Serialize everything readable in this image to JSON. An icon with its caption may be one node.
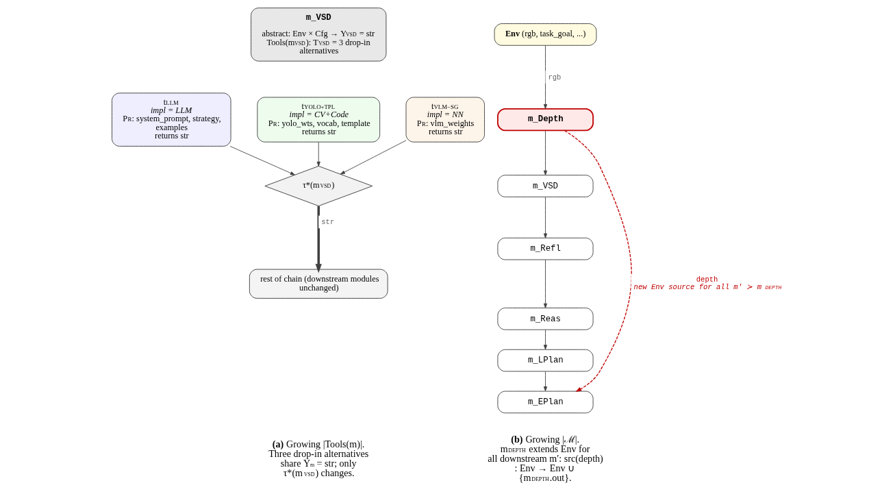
{
  "diagram": {
    "nodes": [
      {
        "text": [
          "m_VSD",
          "abstract: Env × Cfg → Y$_{VSD}$ = str",
          "Tools(m$_{VSD}$): T$_{VSD}$ = 3 drop-in alternatives"
        ]
      },
      {
        "text": [
          "t$^{LLM}$",
          "*impl = LLM*",
          "P$^{R}$: system_prompt, strategy, examples",
          "returns str"
        ]
      },
      {
        "text": [
          "t$^{YOLO+TPL}$",
          "*impl = CV+Code*",
          "P$^{R}$: yolo_wts, vocab, template",
          "returns str"
        ]
      },
      {
        "text": [
          "t$^{VLM−SG}$",
          "*impl = NN*",
          "P$^{R}$: vlm_weights",
          "returns str"
        ]
      },
      {
        "text": [
          "τ*(m$_{VSD}$)"
        ]
      },
      {
        "text": [
          "rest of chain (downstream modules unchanged)"
        ]
      },
      {
        "text": [
          "**Env** (rgb, task_goal, ...)"
        ]
      },
      {
        "text": [
          "m_Depth"
        ]
      },
      {
        "text": [
          "m_VSD"
        ]
      },
      {
        "text": [
          "m_Refl"
        ]
      },
      {
        "text": [
          "m_Reas"
        ]
      },
      {
        "text": [
          "m_LPlan"
        ]
      },
      {
        "text": [
          "m_EPlan"
        ]
      }
    ],
    "edges": [
      {
        "from": 1,
        "to": 4,
        "arrow": "to"
      },
      {
        "from": 2,
        "to": 4,
        "arrow": "to"
      },
      {
        "from": 3,
        "to": 4,
        "arrow": "to"
      },
      {
        "from": 4,
        "to": 5,
        "arrow": "to",
        "label": "str",
        "style": "thick"
      },
      {
        "from": 6,
        "to": 7,
        "arrow": "to",
        "label": "rgb"
      },
      {
        "from": 7,
        "to": 8,
        "arrow": "to"
      },
      {
        "from": 8,
        "to": 9,
        "arrow": "to"
      },
      {
        "from": 9,
        "to": 10,
        "arrow": "to"
      },
      {
        "from": 10,
        "to": 11,
        "arrow": "to"
      },
      {
        "from": 11,
        "to": 12,
        "arrow": "to"
      },
      {
        "from": 7,
        "to": 12,
        "arrow": "to",
        "style": "dashed",
        "color": "#c00000",
        "label": "depth *new Env source for all m′ ≻ m$_{DEPTH}$*"
      }
    ],
    "labels": [
      "**(a)** Growing |Tools(m)|. Three drop-in alternatives share Y$_{m}$ = str; only τ*(m$_{VSD}$) changes.",
      "**(b)** Growing |ℳ|. m$_{DEPTH}$ extends Env for all downstream m′: src(depth) : Env → Env ∪ {m$_{DEPTH}$.out}."
    ]
  }
}
